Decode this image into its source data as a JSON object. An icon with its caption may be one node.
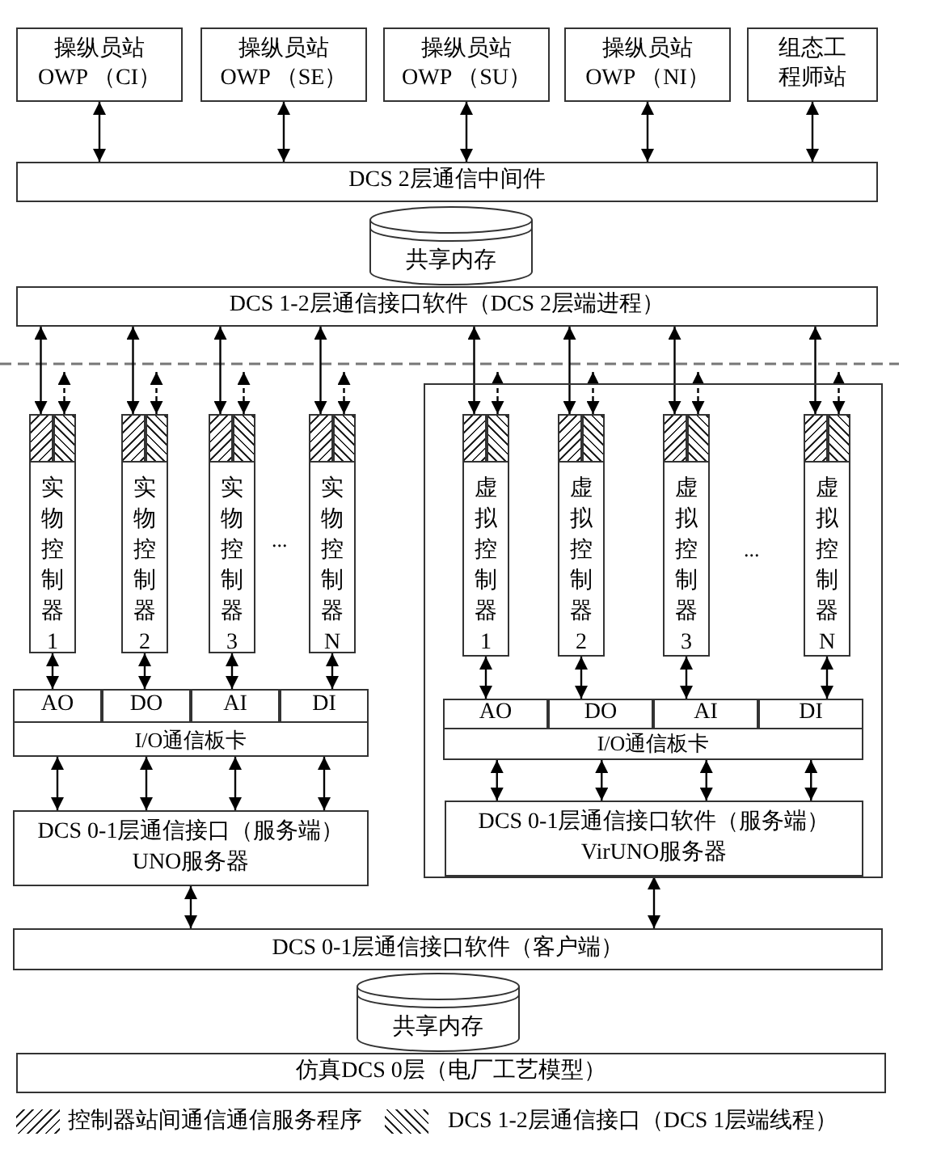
{
  "diagram": {
    "nodes": [
      {
        "text": [
          "操纵员站 OWP （CI）"
        ]
      },
      {
        "text": [
          "操纵员站 OWP （SE）"
        ]
      },
      {
        "text": [
          "操纵员站 OWP （SU）"
        ]
      },
      {
        "text": [
          "操纵员站 OWP （NI）"
        ]
      },
      {
        "text": [
          "组态工程师站"
        ]
      },
      {
        "text": [
          "DCS 2层通信中间件"
        ]
      },
      {
        "text": [
          "共享内存"
        ]
      },
      {
        "text": [
          "DCS 1-2层通信接口软件（DCS 2层端进程）"
        ]
      },
      {
        "text": [
          "实物控制器1"
        ]
      },
      {
        "text": [],
        "shape": "box",
        "in": 8
      },
      {
        "text": [],
        "shape": "box",
        "in": 8
      },
      {
        "text": [
          "实物控制器2"
        ]
      },
      {
        "text": [],
        "shape": "box",
        "in": 11
      },
      {
        "text": [],
        "shape": "box",
        "in": 11
      },
      {
        "text": [
          "实物控制器3"
        ]
      },
      {
        "text": [],
        "shape": "box",
        "in": 14
      },
      {
        "text": [],
        "shape": "box",
        "in": 14
      },
      {
        "text": [
          "实物控制器N"
        ]
      },
      {
        "text": [],
        "shape": "box",
        "in": 17
      },
      {
        "text": [],
        "shape": "box",
        "in": 17
      },
      {
        "text": [
          "I/O通信板卡"
        ]
      },
      {
        "text": [
          "AO"
        ],
        "in": 20
      },
      {
        "text": [
          "DO"
        ],
        "in": 20
      },
      {
        "text": [
          "AI"
        ],
        "in": 20
      },
      {
        "text": [
          "DI"
        ],
        "in": 20
      },
      {
        "text": [
          "DCS 0-1层通信接口（服务端）",
          "UNO服务器"
        ]
      },
      {
        "text": [],
        "shape": "box"
      },
      {
        "text": [
          "虚拟控制器1"
        ],
        "in": 26
      },
      {
        "text": [],
        "shape": "box",
        "in": 27
      },
      {
        "text": [],
        "shape": "box",
        "in": 27
      },
      {
        "text": [
          "虚拟控制器2"
        ],
        "in": 26
      },
      {
        "text": [],
        "shape": "box",
        "in": 30
      },
      {
        "text": [],
        "shape": "box",
        "in": 30
      },
      {
        "text": [
          "虚拟控制器3"
        ],
        "in": 26
      },
      {
        "text": [],
        "shape": "box",
        "in": 33
      },
      {
        "text": [],
        "shape": "box",
        "in": 33
      },
      {
        "text": [
          "虚拟控制器N"
        ],
        "in": 26
      },
      {
        "text": [],
        "shape": "box",
        "in": 36
      },
      {
        "text": [],
        "shape": "box",
        "in": 36
      },
      {
        "text": [
          "I/O通信板卡"
        ],
        "in": 26
      },
      {
        "text": [
          "AO"
        ],
        "in": 39
      },
      {
        "text": [
          "DO"
        ],
        "in": 39
      },
      {
        "text": [
          "AI"
        ],
        "in": 39
      },
      {
        "text": [
          "DI"
        ],
        "in": 39
      },
      {
        "text": [
          "DCS 0-1层通信接口软件（服务端）",
          "VirUNO服务器"
        ],
        "in": 26
      },
      {
        "text": [
          "DCS 0-1层通信接口软件（客户端）"
        ]
      },
      {
        "text": [
          "共享内存"
        ]
      },
      {
        "text": [
          "仿真DCS 0层（电厂工艺模型）"
        ]
      }
    ],
    "edges": [
      {
        "from": 0,
        "to": 5,
        "arrow": "both"
      },
      {
        "from": 1,
        "to": 5,
        "arrow": "both"
      },
      {
        "from": 2,
        "to": 5,
        "arrow": "both"
      },
      {
        "from": 3,
        "to": 5,
        "arrow": "both"
      },
      {
        "from": 4,
        "to": 5,
        "arrow": "both"
      },
      {
        "from": 7,
        "to": 9,
        "arrow": "both"
      },
      {
        "from": null,
        "to": 10,
        "arrow": "both",
        "style": "dashed"
      },
      {
        "from": 7,
        "to": 12,
        "arrow": "both"
      },
      {
        "from": null,
        "to": 13,
        "arrow": "both",
        "style": "dashed"
      },
      {
        "from": 7,
        "to": 15,
        "arrow": "both"
      },
      {
        "from": null,
        "to": 16,
        "arrow": "both",
        "style": "dashed"
      },
      {
        "from": 7,
        "to": 18,
        "arrow": "both"
      },
      {
        "from": null,
        "to": 19,
        "arrow": "both",
        "style": "dashed"
      },
      {
        "from": 7,
        "to": 28,
        "arrow": "both"
      },
      {
        "from": null,
        "to": 29,
        "arrow": "both",
        "style": "dashed"
      },
      {
        "from": 7,
        "to": 31,
        "arrow": "both"
      },
      {
        "from": null,
        "to": 32,
        "arrow": "both",
        "style": "dashed"
      },
      {
        "from": 7,
        "to": 34,
        "arrow": "both"
      },
      {
        "from": null,
        "to": 35,
        "arrow": "both",
        "style": "dashed"
      },
      {
        "from": 7,
        "to": 37,
        "arrow": "both"
      },
      {
        "from": null,
        "to": 38,
        "arrow": "both",
        "style": "dashed"
      },
      {
        "from": 8,
        "to": 21,
        "arrow": "both"
      },
      {
        "from": 11,
        "to": 22,
        "arrow": "both"
      },
      {
        "from": 14,
        "to": 23,
        "arrow": "both"
      },
      {
        "from": 17,
        "to": 24,
        "arrow": "both"
      },
      {
        "from": 27,
        "to": 40,
        "arrow": "both"
      },
      {
        "from": 30,
        "to": 41,
        "arrow": "both"
      },
      {
        "from": 33,
        "to": 42,
        "arrow": "both"
      },
      {
        "from": 36,
        "to": 43,
        "arrow": "both"
      },
      {
        "from": 20,
        "to": 25,
        "arrow": "both"
      },
      {
        "from": 20,
        "to": 25,
        "arrow": "both"
      },
      {
        "from": 20,
        "to": 25,
        "arrow": "both"
      },
      {
        "from": 20,
        "to": 25,
        "arrow": "both"
      },
      {
        "from": 39,
        "to": 44,
        "arrow": "both"
      },
      {
        "from": 39,
        "to": 44,
        "arrow": "both"
      },
      {
        "from": 39,
        "to": 44,
        "arrow": "both"
      },
      {
        "from": 39,
        "to": 44,
        "arrow": "both"
      },
      {
        "from": 25,
        "to": 45,
        "arrow": "both"
      },
      {
        "from": 44,
        "to": 45,
        "arrow": "both"
      }
    ],
    "labels": [
      "...",
      "..."
    ],
    "legend": [
      {
        "text": "控制器站间通信通信服务程序"
      },
      {
        "text": "DCS 1-2层通信接口（DCS 1层端线程）"
      }
    ]
  }
}
